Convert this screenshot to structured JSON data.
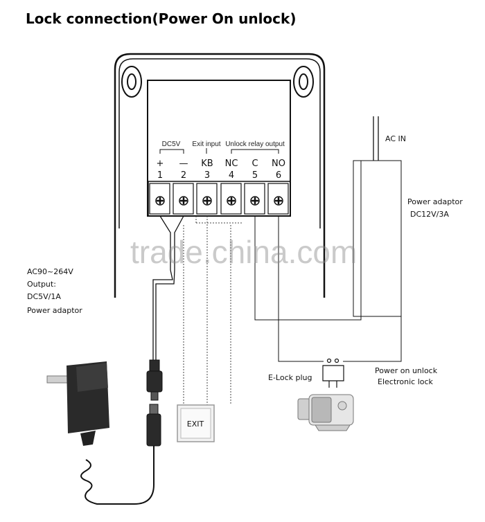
{
  "title": "Lock connection(Power On unlock)",
  "terminal_groups": {
    "dc5v": "DC5V",
    "exit_input": "Exit input",
    "relay_output": "Unlock relay output"
  },
  "terminals": [
    {
      "symbol": "+",
      "number": "1"
    },
    {
      "symbol": "—",
      "number": "2"
    },
    {
      "symbol": "KB",
      "number": "3"
    },
    {
      "symbol": "NC",
      "number": "4"
    },
    {
      "symbol": "C",
      "number": "5"
    },
    {
      "symbol": "NO",
      "number": "6"
    }
  ],
  "left_adaptor": {
    "input": "AC90~264V",
    "output_label": "Output:",
    "output_value": "DC5V/1A",
    "name": "Power adaptor"
  },
  "right_adaptor": {
    "ac_in": "AC IN",
    "name": "Power adaptor",
    "rating": "DC12V/3A"
  },
  "exit_button": "EXIT",
  "elock_plug": "E-Lock plug",
  "lock": {
    "line1": "Power on unlock",
    "line2": "Electronic lock"
  },
  "watermark": "trade.china.com"
}
